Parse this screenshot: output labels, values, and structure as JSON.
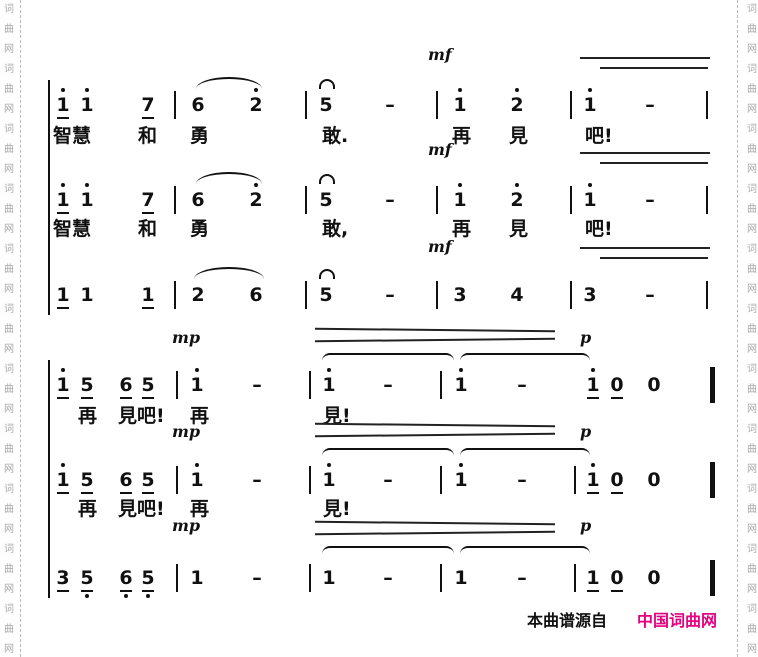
{
  "watermark": "词曲网",
  "credit": {
    "source_label": "本曲谱源自",
    "site_name": "中国词曲网",
    "site_color": "#e4007f"
  },
  "system1": {
    "parts": [
      {
        "tokens": [
          {
            "n": "1",
            "hi": 1,
            "u": 1
          },
          {
            "n": "1",
            "hi": 1
          },
          {
            "n": "7",
            "u": 1
          },
          "|",
          {
            "n": "6"
          },
          {
            "n": "2",
            "hi": 1
          },
          "|",
          {
            "n": "5",
            "f": 1
          },
          {
            "n": "–"
          },
          "|",
          {
            "n": "1",
            "hi": 1
          },
          {
            "n": "2",
            "hi": 1
          },
          "|",
          {
            "n": "1",
            "hi": 1
          },
          {
            "n": "–"
          },
          "|"
        ],
        "lyrics": [
          "智慧",
          "和",
          "勇",
          "敢.",
          "再",
          "見",
          "吧!"
        ],
        "dynamic": "mf"
      },
      {
        "tokens": [
          {
            "n": "1",
            "hi": 1,
            "u": 1
          },
          {
            "n": "1",
            "hi": 1
          },
          {
            "n": "7",
            "u": 1
          },
          "|",
          {
            "n": "6"
          },
          {
            "n": "2",
            "hi": 1
          },
          "|",
          {
            "n": "5",
            "f": 1
          },
          {
            "n": "–"
          },
          "|",
          {
            "n": "1",
            "hi": 1
          },
          {
            "n": "2",
            "hi": 1
          },
          "|",
          {
            "n": "1",
            "hi": 1
          },
          {
            "n": "–"
          },
          "|"
        ],
        "lyrics": [
          "智慧",
          "和",
          "勇",
          "敢,",
          "再",
          "見",
          "吧!"
        ],
        "dynamic": "mf"
      },
      {
        "tokens": [
          {
            "n": "1",
            "u": 1
          },
          {
            "n": "1"
          },
          {
            "n": "1",
            "u": 1
          },
          "|",
          {
            "n": "2"
          },
          {
            "n": "6"
          },
          "|",
          {
            "n": "5",
            "f": 1
          },
          {
            "n": "–"
          },
          "|",
          {
            "n": "3"
          },
          {
            "n": "4"
          },
          "|",
          {
            "n": "3"
          },
          {
            "n": "–"
          },
          "|"
        ],
        "lyrics": [],
        "dynamic": "mf"
      }
    ]
  },
  "system2": {
    "parts": [
      {
        "tokens": [
          {
            "n": "1",
            "hi": 1,
            "u": 1
          },
          {
            "n": "5",
            "u": 1
          },
          {
            "n": "6",
            "u": 1
          },
          {
            "n": "5",
            "u": 1
          },
          "|",
          {
            "n": "1",
            "hi": 1
          },
          {
            "n": "–"
          },
          "|",
          {
            "n": "1",
            "hi": 1
          },
          {
            "n": "–"
          },
          "|",
          {
            "n": "1",
            "hi": 1
          },
          {
            "n": "–"
          },
          "",
          {
            "n": "1",
            "hi": 1,
            "u": 1
          },
          {
            "n": "0",
            "u": 1
          },
          {
            "n": "0"
          },
          "‖"
        ],
        "lyrics": [
          "再",
          "見吧!",
          "再",
          "見!"
        ],
        "dynamic_start": "mp",
        "dynamic_end": "p"
      },
      {
        "tokens": [
          {
            "n": "1",
            "hi": 1,
            "u": 1
          },
          {
            "n": "5",
            "u": 1
          },
          {
            "n": "6",
            "u": 1
          },
          {
            "n": "5",
            "u": 1
          },
          "|",
          {
            "n": "1",
            "hi": 1
          },
          {
            "n": "–"
          },
          "|",
          {
            "n": "1",
            "hi": 1
          },
          {
            "n": "–"
          },
          "|",
          {
            "n": "1",
            "hi": 1
          },
          {
            "n": "–"
          },
          "|",
          {
            "n": "1",
            "hi": 1,
            "u": 1
          },
          {
            "n": "0",
            "u": 1
          },
          {
            "n": "0"
          },
          "‖"
        ],
        "lyrics": [
          "再",
          "見吧!",
          "再",
          "見!"
        ],
        "dynamic_start": "mp",
        "dynamic_end": "p"
      },
      {
        "tokens": [
          {
            "n": "3",
            "u": 1
          },
          {
            "n": "5",
            "u": 1,
            "lo": 1
          },
          {
            "n": "6",
            "u": 1,
            "lo": 1
          },
          {
            "n": "5",
            "u": 1,
            "lo": 1
          },
          "|",
          {
            "n": "1"
          },
          {
            "n": "–"
          },
          "|",
          {
            "n": "1"
          },
          {
            "n": "–"
          },
          "|",
          {
            "n": "1"
          },
          {
            "n": "–"
          },
          "|",
          {
            "n": "1",
            "u": 1
          },
          {
            "n": "0",
            "u": 1
          },
          {
            "n": "0"
          },
          "‖"
        ],
        "lyrics": [],
        "dynamic_start": "mp",
        "dynamic_end": "p"
      }
    ]
  }
}
